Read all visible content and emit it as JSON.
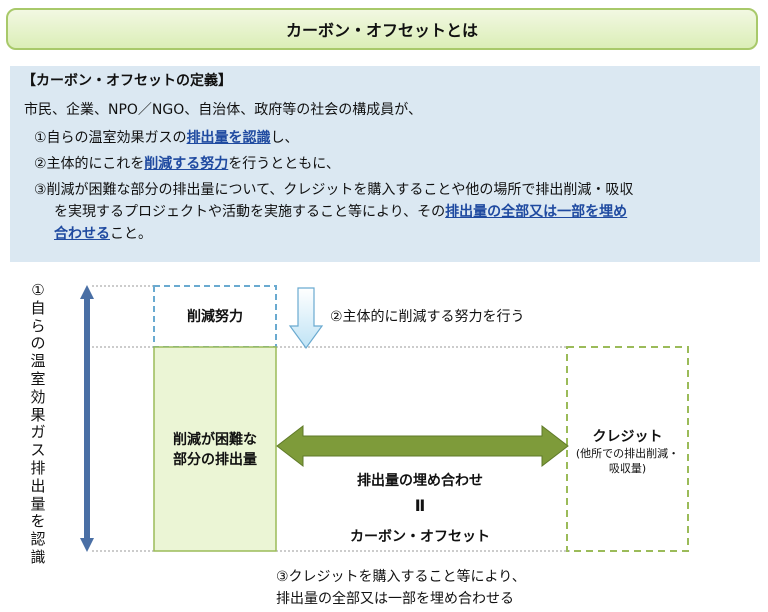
{
  "title": "カーボン・オフセットとは",
  "definition": {
    "heading": "【カーボン・オフセットの定義】",
    "intro": "市民、企業、NPO／NGO、自治体、政府等の社会の構成員が、",
    "item1": {
      "pre": "①自らの温室効果ガスの",
      "hl": "排出量を認識",
      "post": "し、"
    },
    "item2": {
      "pre": "②主体的にこれを",
      "hl": "削減する努力",
      "post": "を行うとともに、"
    },
    "item3": {
      "line1": "③削減が困難な部分の排出量について、クレジットを購入することや他の場所で排出削減・吸収",
      "line2_pre": "を実現するプロジェクトや活動を実施すること等により、その",
      "line2_hl": "排出量の全部又は一部を埋め",
      "line3_hl": "合わせる",
      "line3_post": "こと。"
    }
  },
  "diagram": {
    "side_label": "①自らの温室効果ガス排出量を認識",
    "reduction_effort": "削減努力",
    "step2": "②主体的に削減する努力を行う",
    "hard_to_reduce": [
      "削減が困難な",
      "部分の排出量"
    ],
    "offset_label": "排出量の埋め合わせ",
    "equals": "Ⅱ",
    "carbon_offset": "カーボン・オフセット",
    "credit_title": "クレジット",
    "credit_sub": [
      "(他所での排出削減・",
      "吸収量)"
    ],
    "step3": [
      "③クレジットを購入すること等により、",
      "排出量の全部又は一部を埋め合わせる"
    ]
  },
  "colors": {
    "title_border": "#a8c96a",
    "definition_bg": "#dbe8f2",
    "highlight_text": "#1f4aa0",
    "green_box_fill": "#ebf5d5",
    "green_border": "#9bbb59",
    "arrow_green": "#7e9b3a",
    "blue_dashed": "#6aaad0",
    "vertical_arrow": "#4a6fa5"
  }
}
